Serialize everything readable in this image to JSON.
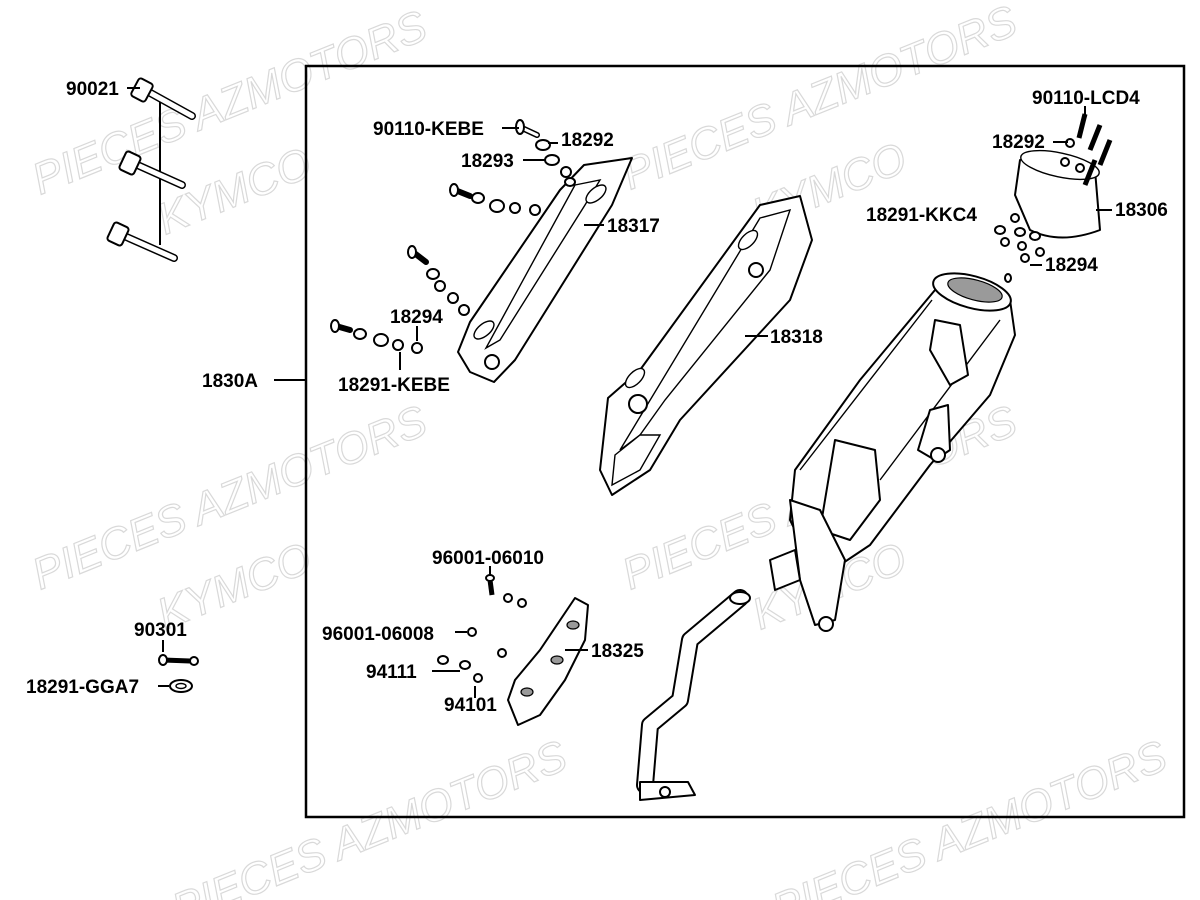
{
  "watermarks": [
    {
      "text": "PIECES AZMOTORS"
    },
    {
      "text": "KYMCO"
    }
  ],
  "callouts": {
    "bolt_90021": "90021",
    "assembly_1830A": "1830A",
    "screw_90110_kebe": "90110-KEBE",
    "washer_18292_left": "18292",
    "nut_18293": "18293",
    "guard_18317": "18317",
    "washer_18294_left": "18294",
    "nut_18291_kebe": "18291-KEBE",
    "guard_18318": "18318",
    "screw_90110_lcd4": "90110-LCD4",
    "washer_18292_right": "18292",
    "cap_18306": "18306",
    "nut_18291_kkc4": "18291-KKC4",
    "washer_18294_right": "18294",
    "bolt_96001_06010": "96001-06010",
    "bolt_96001_06008": "96001-06008",
    "shield_18325": "18325",
    "washer_94111": "94111",
    "nut_94101": "94101",
    "bolt_90301": "90301",
    "gasket_18291_gga7": "18291-GGA7"
  }
}
